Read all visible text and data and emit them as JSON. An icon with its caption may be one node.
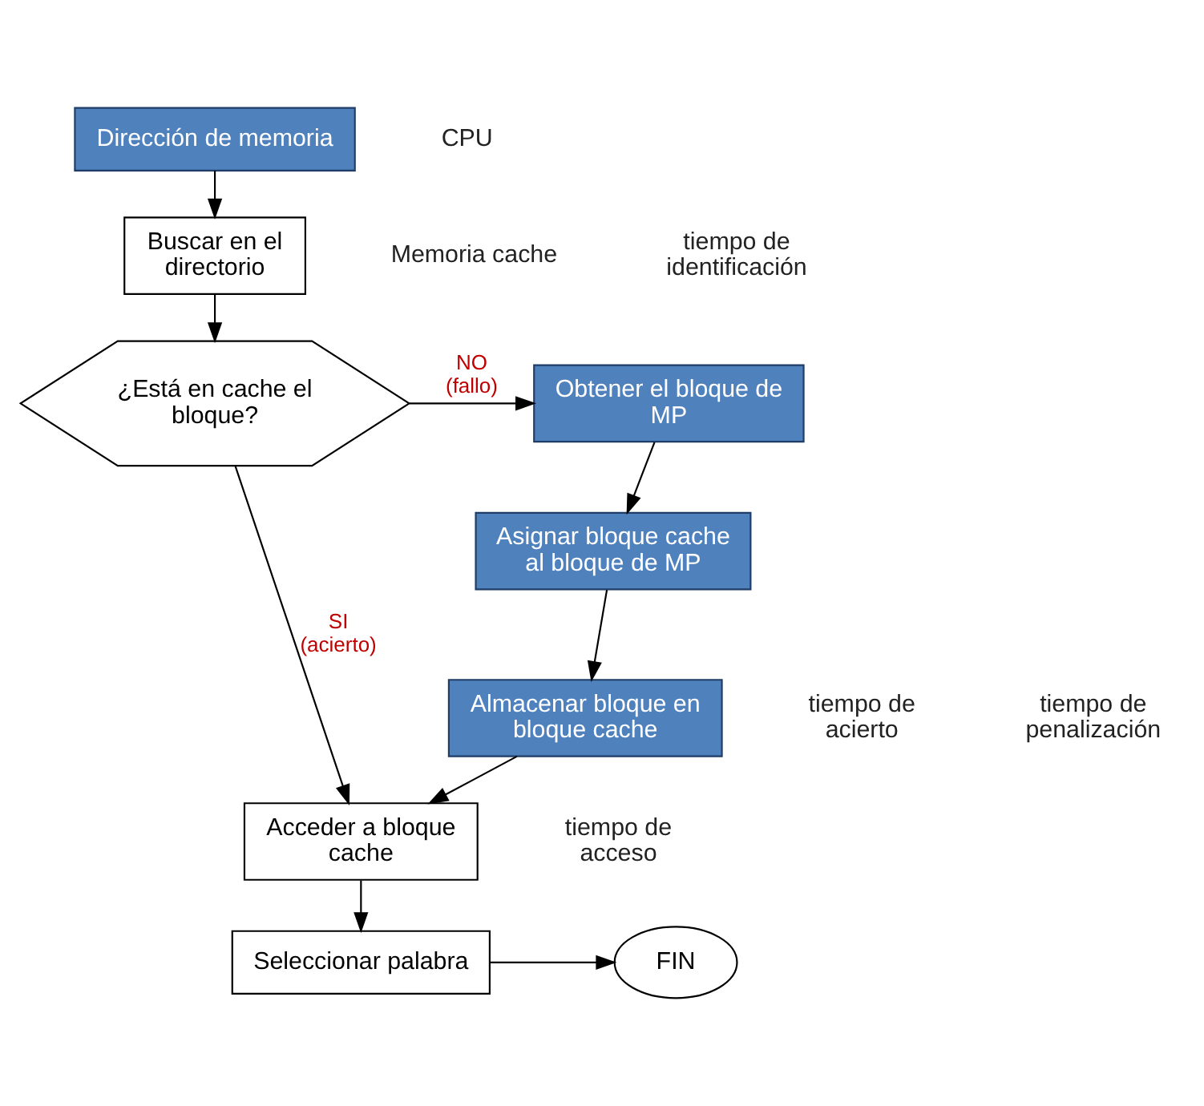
{
  "diagram": {
    "nodes": [
      {
        "text": [
          "Dirección de memoria"
        ]
      },
      {
        "text": [
          "Buscar en el directorio"
        ]
      },
      {
        "text": [
          "¿Está en cache el bloque?"
        ]
      },
      {
        "text": [
          "Obtener el bloque de MP"
        ]
      },
      {
        "text": [
          "Asignar bloque cache al bloque de MP"
        ]
      },
      {
        "text": [
          "Almacenar bloque en bloque cache"
        ]
      },
      {
        "text": [
          "Acceder a bloque cache"
        ]
      },
      {
        "text": [
          "Seleccionar palabra"
        ]
      },
      {
        "text": [
          "FIN"
        ]
      }
    ],
    "edges": [
      {
        "from": 0,
        "to": 1,
        "arrow": "to"
      },
      {
        "from": 1,
        "to": 2,
        "arrow": "to"
      },
      {
        "from": 2,
        "to": 3,
        "arrow": "to",
        "label": "NO (fallo)"
      },
      {
        "from": 2,
        "to": 6,
        "arrow": "to",
        "label": "SI (acierto)"
      },
      {
        "from": 3,
        "to": 4,
        "arrow": "to"
      },
      {
        "from": 4,
        "to": 5,
        "arrow": "to"
      },
      {
        "from": 5,
        "to": 6,
        "arrow": "to"
      },
      {
        "from": 6,
        "to": 7,
        "arrow": "to"
      },
      {
        "from": 7,
        "to": 8,
        "arrow": "to"
      }
    ],
    "labels": [
      "CPU",
      "Memoria cache",
      "tiempo de identificación",
      "tiempo de acierto",
      "tiempo de penalización",
      "tiempo de acceso"
    ]
  }
}
